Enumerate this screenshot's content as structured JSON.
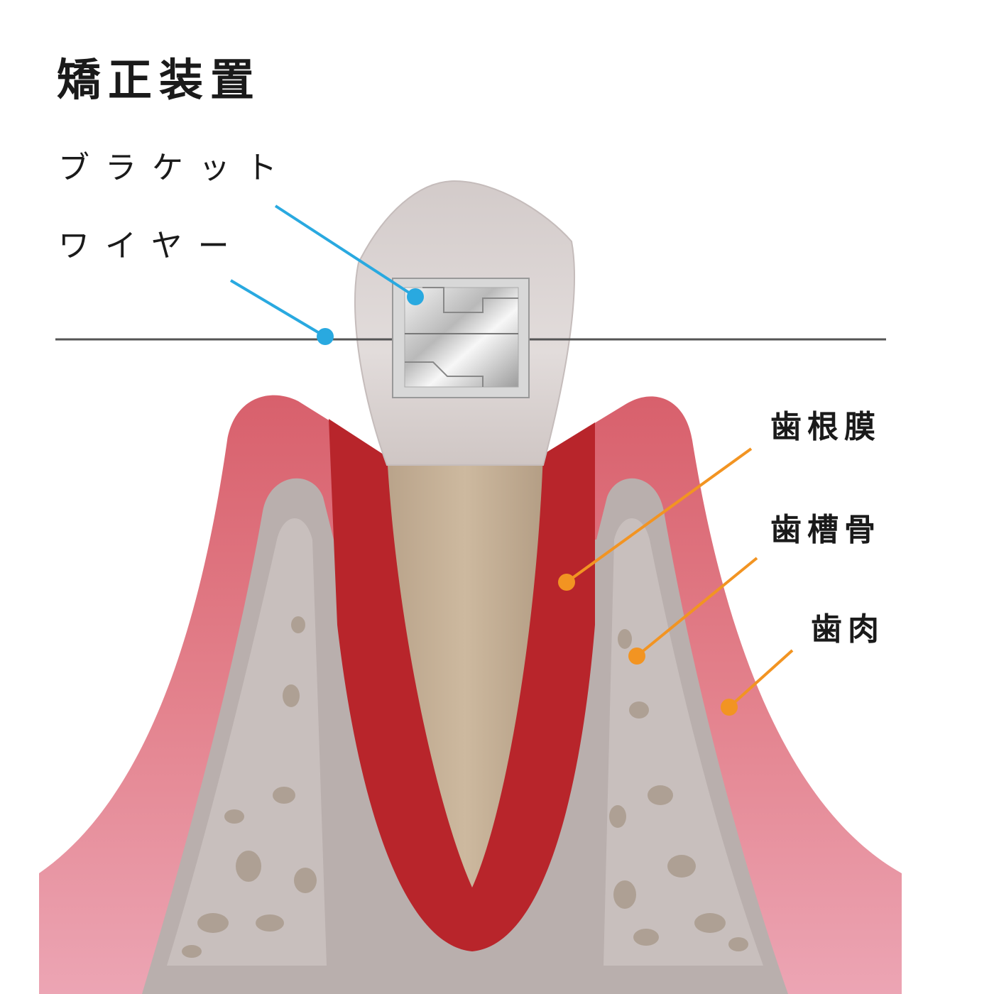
{
  "title": "矯正装置",
  "labels": {
    "bracket": "ブラケット",
    "wire": "ワイヤー",
    "periodontal_ligament": "歯根膜",
    "alveolar_bone": "歯槽骨",
    "gingiva": "歯肉"
  },
  "colors": {
    "appliance_leader": "#29a9e0",
    "anatomy_leader": "#f29422",
    "gum": "#e5808c",
    "pdl": "#b8252b",
    "bone": "#b9afad",
    "root": "#c9b49a",
    "crown": "#d9d2d1",
    "wire": "#555555"
  }
}
